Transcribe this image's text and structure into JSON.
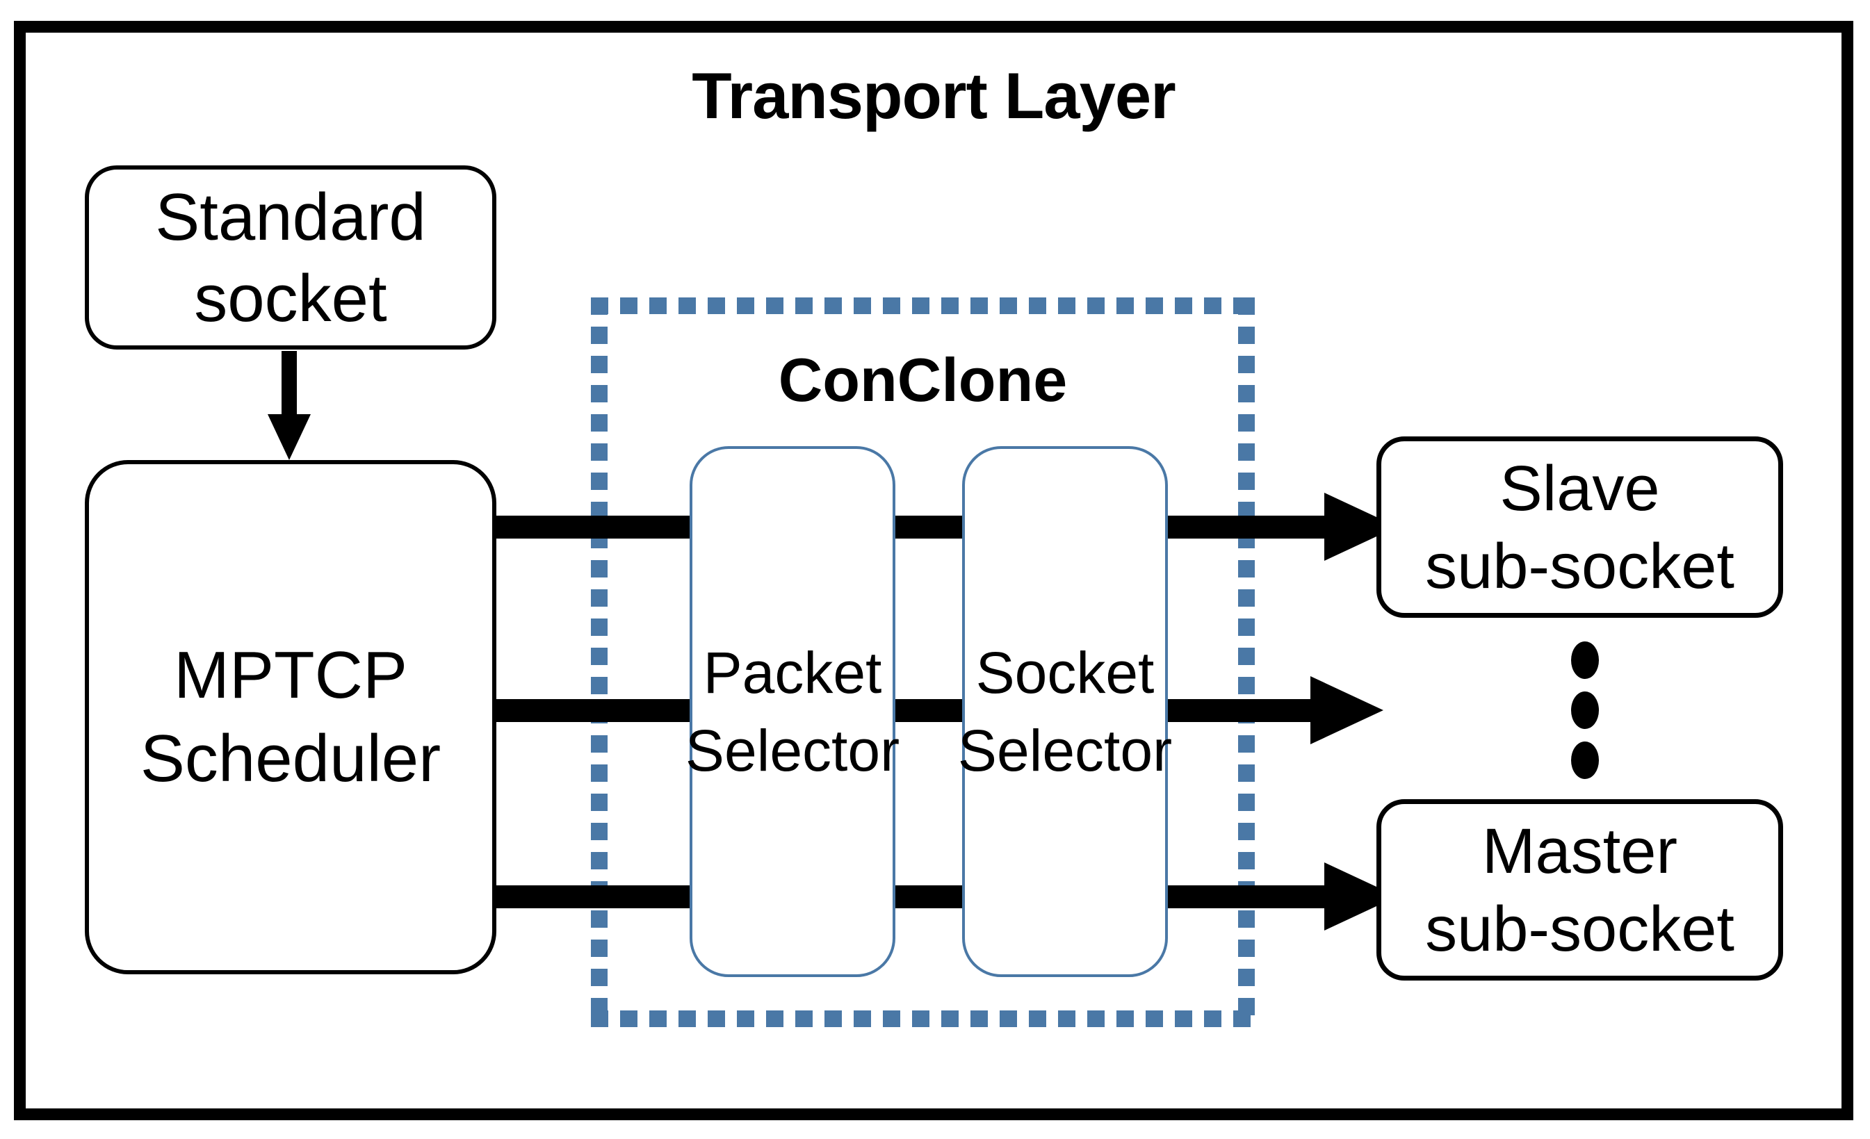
{
  "diagram": {
    "title": "Transport Layer",
    "colors": {
      "accent_blue": "#4a78a6",
      "ink": "#000000",
      "background": "#ffffff"
    },
    "container": {
      "label": "ConClone"
    },
    "nodes": {
      "standard_socket": {
        "lines": [
          "Standard",
          "socket"
        ]
      },
      "mptcp_scheduler": {
        "lines": [
          "MPTCP",
          "Scheduler"
        ]
      },
      "packet_selector": {
        "lines": [
          "Packet",
          "Selector"
        ]
      },
      "socket_selector": {
        "lines": [
          "Socket",
          "Selector"
        ]
      },
      "slave_sub_socket": {
        "lines": [
          "Slave",
          "sub-socket"
        ]
      },
      "master_sub_socket": {
        "lines": [
          "Master",
          "sub-socket"
        ]
      }
    },
    "ellipsis_dot_count": 3
  }
}
